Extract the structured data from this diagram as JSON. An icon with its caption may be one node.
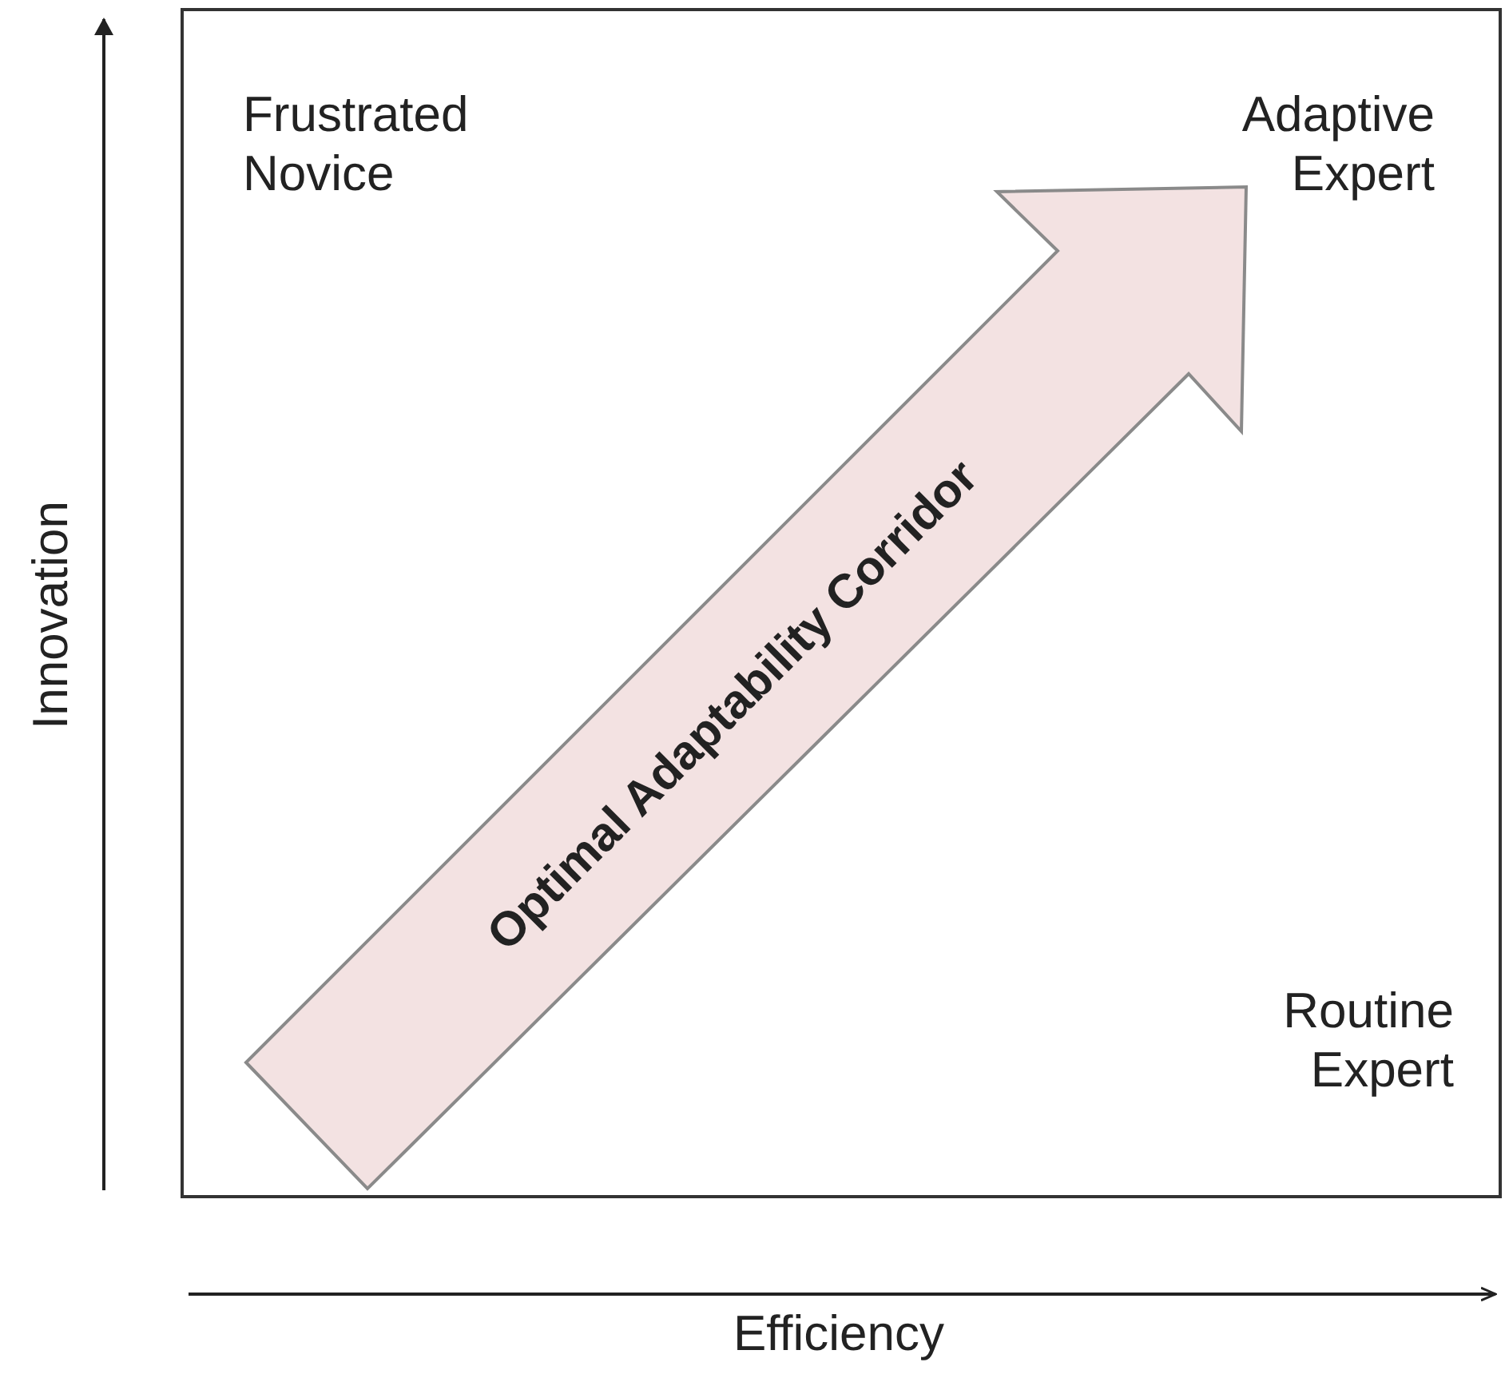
{
  "diagram": {
    "nodes": [
      {
        "text": [
          "Frustrated Novice",
          "Adaptive Expert",
          "Routine Expert"
        ]
      },
      {
        "text": [
          "Optimal Adaptability Corridor"
        ],
        "in": 0
      }
    ],
    "labels": [
      "Innovation",
      "Efficiency"
    ]
  }
}
